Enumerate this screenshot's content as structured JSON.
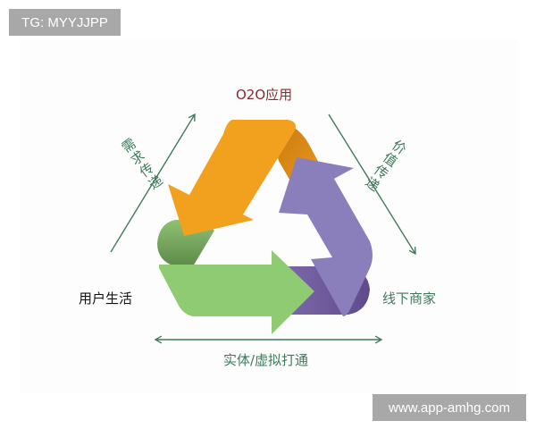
{
  "watermarks": {
    "top_left": "TG: MYYJJPP",
    "bottom_right": "www.app-amhg.com"
  },
  "diagram": {
    "title": "O2O应用",
    "nodes": {
      "left": "用户生活",
      "right": "线下商家"
    },
    "edges": {
      "left_arrow_label": [
        "需",
        "求",
        "传",
        "递"
      ],
      "right_arrow_label": [
        "价",
        "值",
        "传",
        "递"
      ],
      "bottom_arrow_label": "实体/虚拟打通"
    },
    "cycle_arrows": [
      {
        "name": "orange",
        "color": "#f2a11f",
        "shade": "#c97a10"
      },
      {
        "name": "green",
        "color": "#8fcb72",
        "shade": "#5e8f4c"
      },
      {
        "name": "purple",
        "color": "#8a7fbb",
        "shade": "#6a5596"
      }
    ],
    "colors": {
      "title": "#8b2a2e",
      "edge_line": "#3f7a5c",
      "edge_text": "#3f7a5c",
      "node_left_text": "#111111",
      "node_right_text": "#3f7a5c"
    }
  }
}
